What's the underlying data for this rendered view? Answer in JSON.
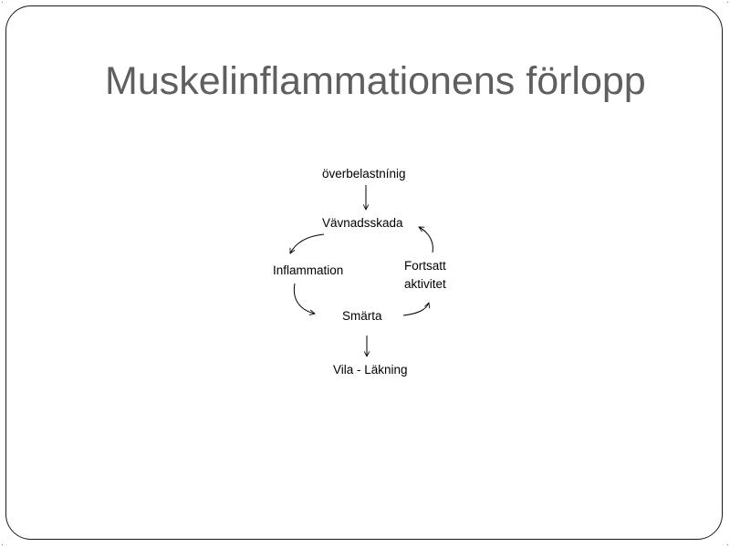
{
  "slide": {
    "title": "Muskelinflammationens förlopp"
  },
  "diagram": {
    "nodes": {
      "overbelastning": "överbelastnínig",
      "vavnadsskada": "Vävnadsskada",
      "inflammation": "Inflammation",
      "fortsatt_line1": "Fortsatt",
      "fortsatt_line2": "aktivitet",
      "smarta": "Smärta",
      "vila": "Vila - Läkning"
    }
  }
}
